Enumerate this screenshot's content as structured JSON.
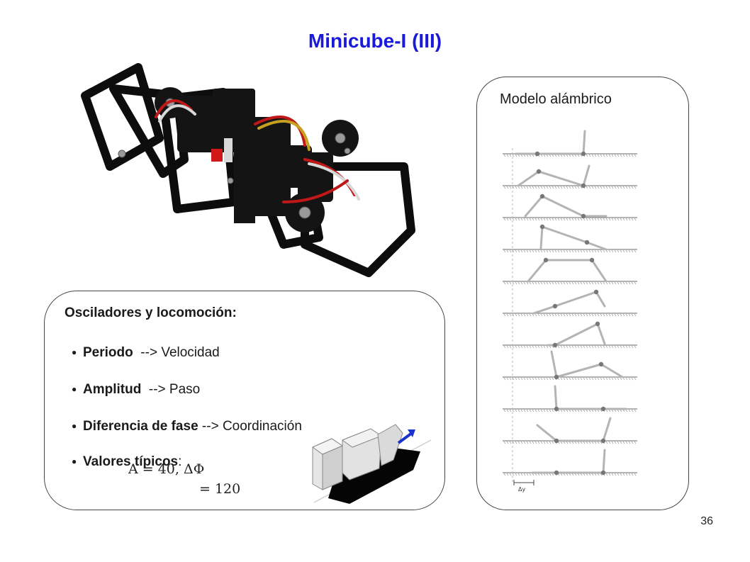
{
  "slide": {
    "title": "Minicube-I (III)",
    "page_number": "36"
  },
  "wireframe": {
    "title": "Modelo alámbrico",
    "delta_label": "Δy",
    "frame_count": 11
  },
  "oscillators": {
    "title": "Osciladores y locomoción:",
    "bullets": [
      {
        "bold": "Periodo",
        "rest": "  --> Velocidad"
      },
      {
        "bold": "Amplitud",
        "rest": "  --> Paso"
      },
      {
        "bold": "Diferencia de fase",
        "rest": " --> Coordinación"
      },
      {
        "bold": "Valores típicos",
        "rest": ":"
      }
    ],
    "formula_line1": "A = 40, ΔΦ",
    "formula_line2": "= 120"
  },
  "colors": {
    "title": "#1a1adb",
    "arrow": "#1a33cc"
  }
}
